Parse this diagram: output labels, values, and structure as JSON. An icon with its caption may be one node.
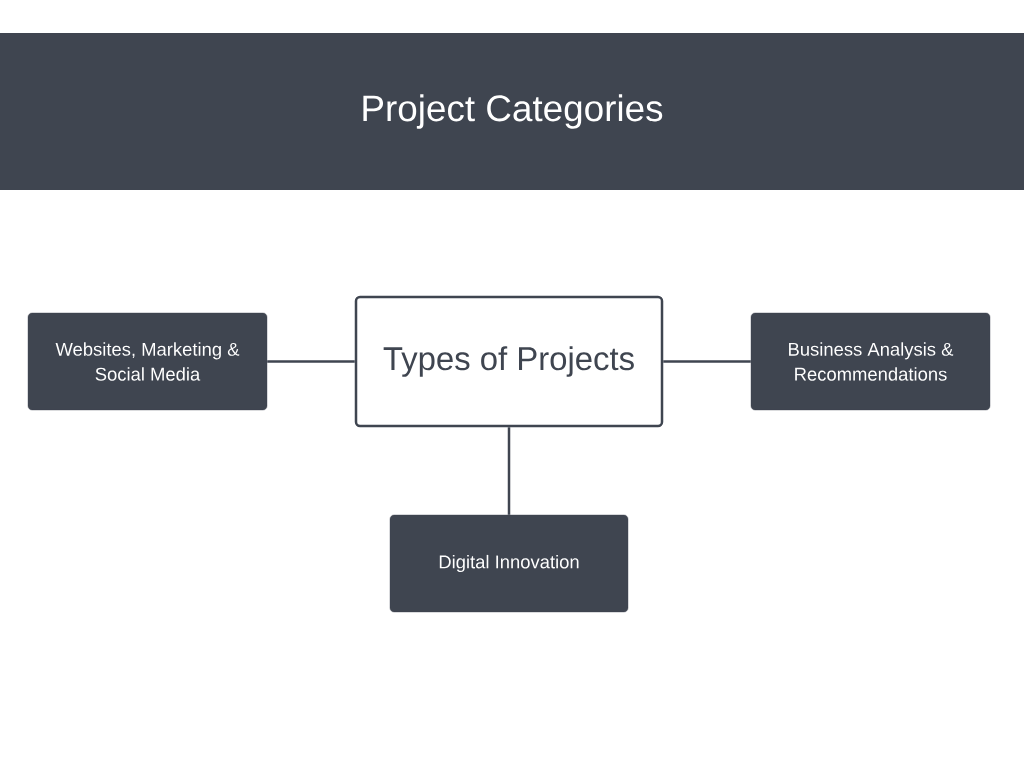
{
  "diagram": {
    "title": "Project Categories",
    "nodes": [
      {
        "text": [
          "Websites, Marketing & Social Media"
        ]
      },
      {
        "text": [
          "Types of Projects"
        ]
      },
      {
        "text": [
          "Business Analysis & Recommendations"
        ]
      },
      {
        "text": [
          "Digital Innovation"
        ]
      }
    ],
    "edges": [
      {
        "from": 1,
        "to": 0,
        "arrow": "none"
      },
      {
        "from": 1,
        "to": 2,
        "arrow": "none"
      },
      {
        "from": 1,
        "to": 3,
        "arrow": "none"
      }
    ]
  }
}
